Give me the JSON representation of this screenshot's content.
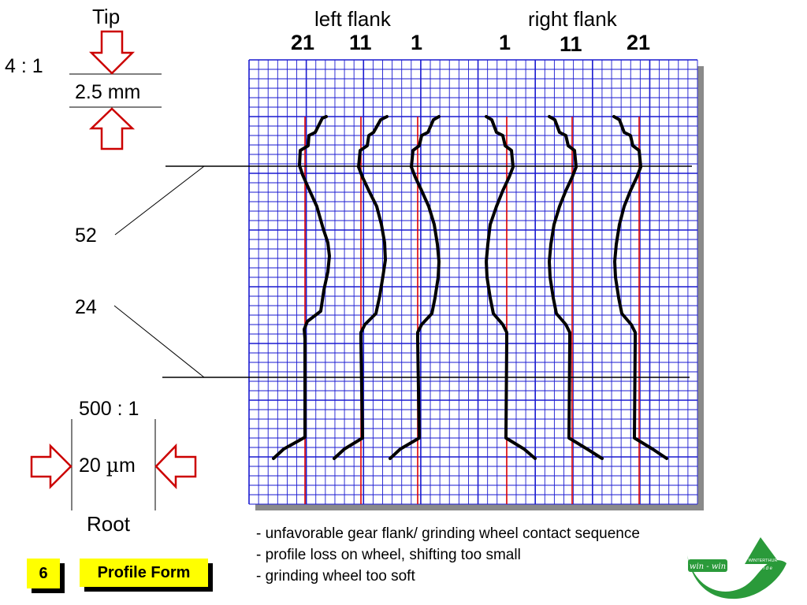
{
  "tip_label": "Tip",
  "root_label": "Root",
  "scale_top": "4 : 1",
  "dim_top": "2.5 mm",
  "scale_bottom": "500 : 1",
  "dim_bottom_value": "20 ",
  "dim_bottom_unit_mu": "µ",
  "dim_bottom_unit_m": "m",
  "label_52": "52",
  "label_24": "24",
  "left_flank_title": "left flank",
  "right_flank_title": "right flank",
  "left_flank_numbers": [
    "21",
    "11",
    "1"
  ],
  "right_flank_numbers": [
    "1",
    "11",
    "21"
  ],
  "notes": [
    "- unfavorable gear flank/ grinding wheel contact sequence",
    "- profile loss on wheel, shifting too small",
    "- grinding wheel too soft"
  ],
  "page_number": "6",
  "section_title": "Profile Form",
  "logo": {
    "slogan": "win - win",
    "brand": "WINTERTHUR",
    "tagline": "i n s i d e"
  },
  "colors": {
    "grid": "#1a1ad0",
    "reference_line": "#e00000",
    "arrow": "#cc0000",
    "highlight": "#ffff00",
    "logo_green": "#2a9a3a"
  }
}
